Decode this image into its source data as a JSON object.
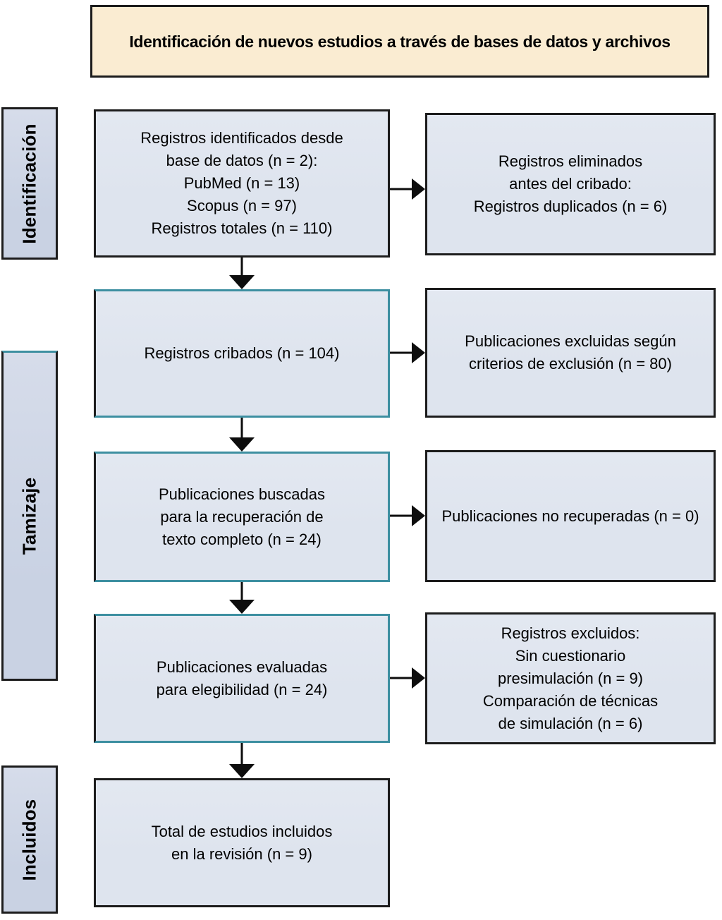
{
  "banner": {
    "text": "Identificación de nuevos estudios a través de bases de datos y archivos"
  },
  "stages": [
    {
      "label": "Identificación"
    },
    {
      "label": "Tamizaje"
    },
    {
      "label": "Incluidos"
    }
  ],
  "main_boxes": [
    {
      "text": "Registros identificados desde\nbase de datos (n = 2):\nPubMed (n = 13)\nScopus (n = 97)\nRegistros totales (n = 110)"
    },
    {
      "text": "Registros cribados (n = 104)"
    },
    {
      "text": "Publicaciones buscadas\npara la recuperación de\ntexto completo (n = 24)"
    },
    {
      "text": "Publicaciones evaluadas\npara elegibilidad (n = 24)"
    },
    {
      "text": "Total de estudios incluidos\nen la revisión (n = 9)"
    }
  ],
  "side_boxes": [
    {
      "text": "Registros eliminados\nantes del cribado:\nRegistros duplicados (n = 6)"
    },
    {
      "text": "Publicaciones excluidas según\ncriterios de exclusión (n = 80)"
    },
    {
      "text": "Publicaciones no recuperadas (n = 0)"
    },
    {
      "text": "Registros excluidos:\nSin cuestionario\npresimulación (n = 9)\nComparación de técnicas\nde simulación (n = 6)"
    }
  ],
  "colors": {
    "banner_fill": "#faecd2",
    "box_fill": "#dee4ee",
    "stage_fill": "#c9d2e3",
    "teal_border": "#3d8fa1",
    "black_border": "#1c1c1c"
  }
}
